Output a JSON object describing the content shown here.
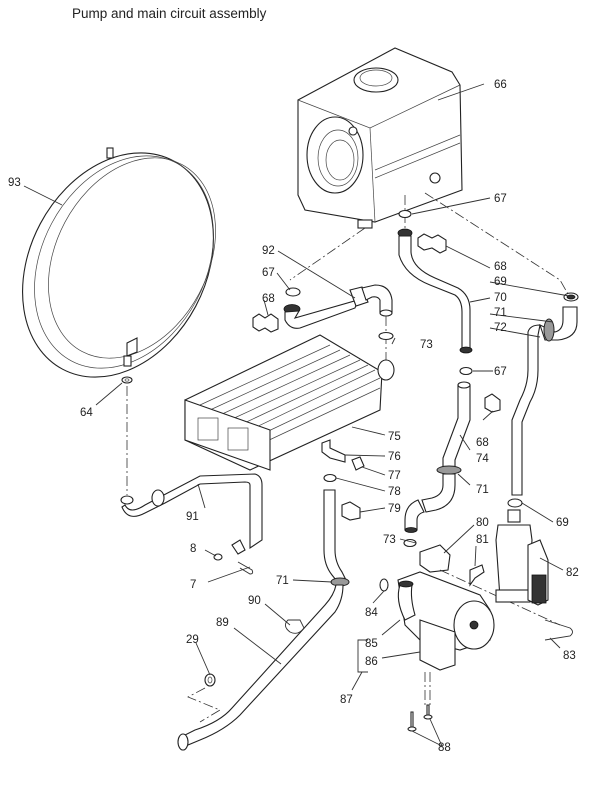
{
  "title": "Pump and main circuit assembly",
  "parts": [
    {
      "id": "66",
      "name": "air-separator-housing"
    },
    {
      "id": "67",
      "name": "o-ring"
    },
    {
      "id": "68",
      "name": "retaining-clip"
    },
    {
      "id": "69",
      "name": "hose-clip"
    },
    {
      "id": "70",
      "name": "pipe"
    },
    {
      "id": "71",
      "name": "grommet"
    },
    {
      "id": "72",
      "name": "pipe"
    },
    {
      "id": "73",
      "name": "o-ring"
    },
    {
      "id": "74",
      "name": "pipe"
    },
    {
      "id": "75",
      "name": "heat-exchanger"
    },
    {
      "id": "76",
      "name": "bracket"
    },
    {
      "id": "77",
      "name": "sensor"
    },
    {
      "id": "78",
      "name": "o-ring"
    },
    {
      "id": "79",
      "name": "clip"
    },
    {
      "id": "80",
      "name": "pump-head-fitting"
    },
    {
      "id": "81",
      "name": "clip"
    },
    {
      "id": "82",
      "name": "valve-assembly"
    },
    {
      "id": "83",
      "name": "u-clip"
    },
    {
      "id": "84",
      "name": "o-ring"
    },
    {
      "id": "85",
      "name": "pump-body"
    },
    {
      "id": "86",
      "name": "pump-motor"
    },
    {
      "id": "87",
      "name": "pump-assembly"
    },
    {
      "id": "88",
      "name": "screws"
    },
    {
      "id": "89",
      "name": "pipe"
    },
    {
      "id": "90",
      "name": "clip"
    },
    {
      "id": "91",
      "name": "pipe"
    },
    {
      "id": "92",
      "name": "pipe"
    },
    {
      "id": "93",
      "name": "expansion-vessel"
    },
    {
      "id": "64",
      "name": "washer"
    },
    {
      "id": "29",
      "name": "washer"
    },
    {
      "id": "8",
      "name": "washer"
    },
    {
      "id": "7",
      "name": "clip"
    }
  ],
  "labels": {
    "l66": "66",
    "l67a": "67",
    "l68a": "68",
    "l69a": "69",
    "l70": "70",
    "l71a": "71",
    "l72": "72",
    "l92": "92",
    "l67b": "67",
    "l68b": "68",
    "l73a": "73",
    "l93": "93",
    "l64": "64",
    "l67c": "67",
    "l68c": "68",
    "l74": "74",
    "l71b": "71",
    "l75": "75",
    "l76": "76",
    "l77": "77",
    "l78": "78",
    "l79": "79",
    "l69b": "69",
    "l91": "91",
    "l80": "80",
    "l73b": "73",
    "l81": "81",
    "l82": "82",
    "l8": "8",
    "l7": "7",
    "l71c": "71",
    "l84": "84",
    "l90": "90",
    "l85": "85",
    "l86": "86",
    "l83": "83",
    "l89": "89",
    "l29": "29",
    "l87": "87",
    "l88": "88"
  }
}
